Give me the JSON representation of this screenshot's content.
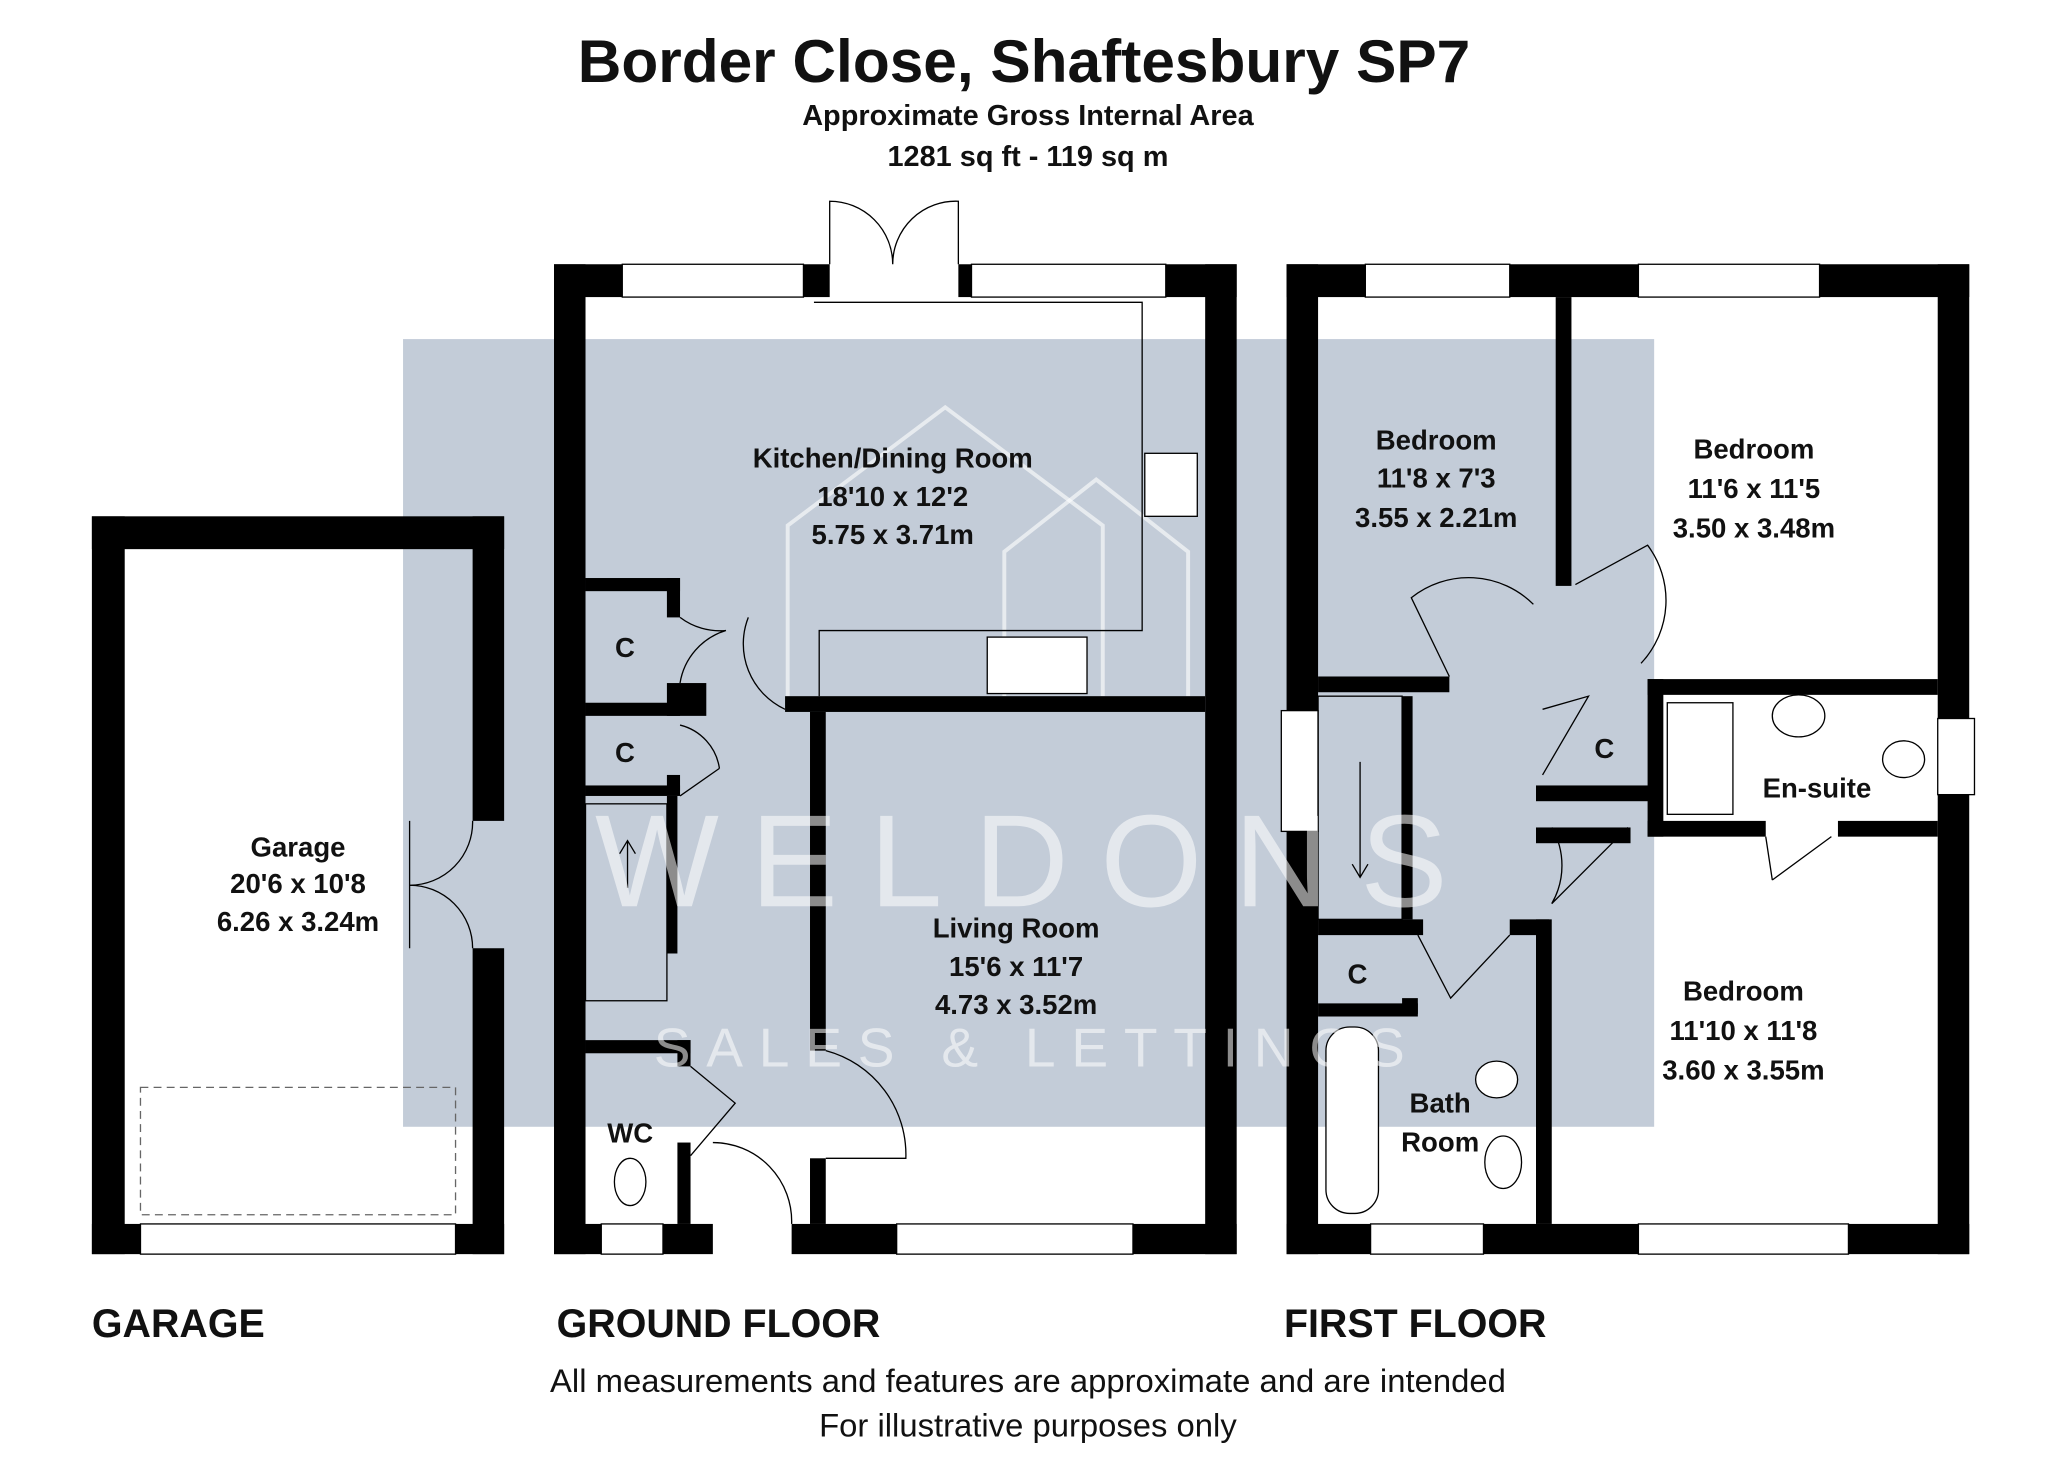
{
  "header": {
    "title": "Border Close, Shaftesbury SP7",
    "subtitle": "Approximate Gross Internal Area",
    "area": "1281 sq ft - 119 sq m"
  },
  "watermark": {
    "brand": "WELDONS",
    "tagline": "SALES & LETTINGS",
    "color": "#c3ccd8"
  },
  "floors": [
    {
      "label": "GARAGE"
    },
    {
      "label": "GROUND FLOOR"
    },
    {
      "label": "FIRST FLOOR"
    }
  ],
  "rooms": {
    "garage": {
      "name": "Garage",
      "imperial": "20'6 x 10'8",
      "metric": "6.26 x 3.24m"
    },
    "kitchen": {
      "name": "Kitchen/Dining Room",
      "imperial": "18'10 x 12'2",
      "metric": "5.75 x 3.71m"
    },
    "living": {
      "name": "Living Room",
      "imperial": "15'6 x 11'7",
      "metric": "4.73 x 3.52m"
    },
    "wc": {
      "name": "WC"
    },
    "cupboard": {
      "name": "C"
    },
    "bedroom1": {
      "name": "Bedroom",
      "imperial": "11'8 x 7'3",
      "metric": "3.55 x 2.21m"
    },
    "bedroom2": {
      "name": "Bedroom",
      "imperial": "11'6 x 11'5",
      "metric": "3.50 x 3.48m"
    },
    "bedroom3": {
      "name": "Bedroom",
      "imperial": "11'10 x 11'8",
      "metric": "3.60 x 3.55m"
    },
    "ensuite": {
      "name": "En-suite"
    },
    "bath1": "Bath",
    "bath2": "Room"
  },
  "footer": {
    "line1": "All measurements and features are approximate and are intended",
    "line2": "For illustrative purposes only"
  }
}
